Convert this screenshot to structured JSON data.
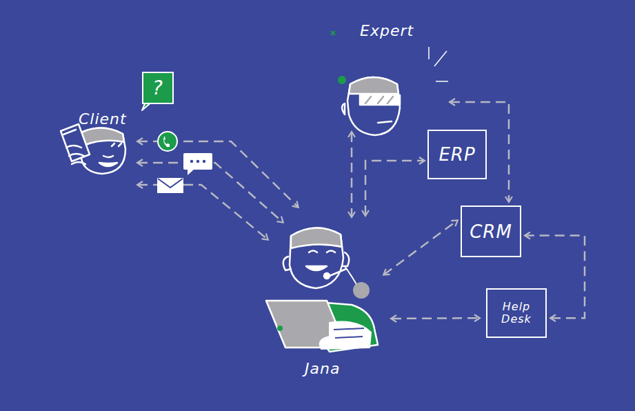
{
  "diagram": {
    "nodes": [
      {
        "text": [
          "Client"
        ]
      },
      {
        "text": [
          "?"
        ]
      },
      {
        "text": [
          "Expert"
        ]
      },
      {
        "text": [
          "ERP"
        ]
      },
      {
        "text": [
          "CRM"
        ]
      },
      {
        "text": [
          "Help Desk"
        ]
      },
      {
        "text": [
          "Jana"
        ]
      }
    ],
    "edges": [
      {
        "from": 0,
        "to": 6,
        "arrow": "both"
      },
      {
        "from": 0,
        "to": 6,
        "arrow": "both"
      },
      {
        "from": 0,
        "to": 6,
        "arrow": "both"
      },
      {
        "from": 2,
        "to": 6,
        "arrow": "both"
      },
      {
        "from": 6,
        "to": 3,
        "arrow": "both"
      },
      {
        "from": 2,
        "to": 4,
        "arrow": "both"
      },
      {
        "from": 6,
        "to": 4,
        "arrow": "both"
      },
      {
        "from": 6,
        "to": 5,
        "arrow": "both"
      },
      {
        "from": 5,
        "to": 4,
        "arrow": "both"
      }
    ]
  }
}
